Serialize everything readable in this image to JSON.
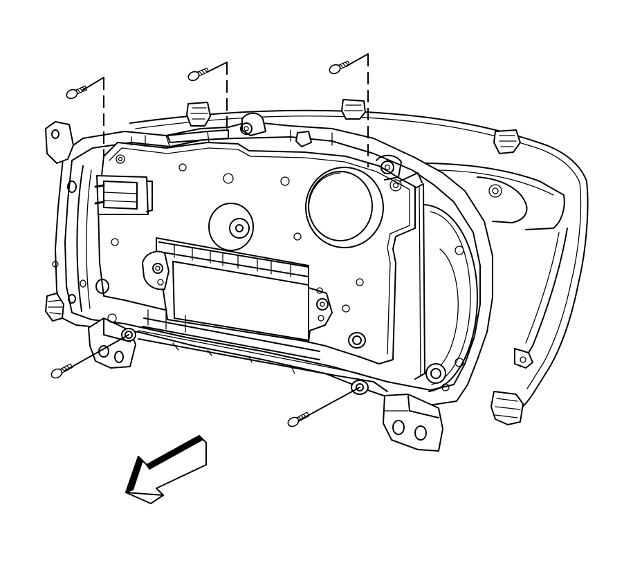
{
  "figure": {
    "subject": "instrument-panel-cluster-rear-view",
    "screw_count": 5,
    "direction_arrow": "front-of-vehicle-arrow",
    "colors": {
      "line": "#000000",
      "background": "#ffffff"
    }
  }
}
